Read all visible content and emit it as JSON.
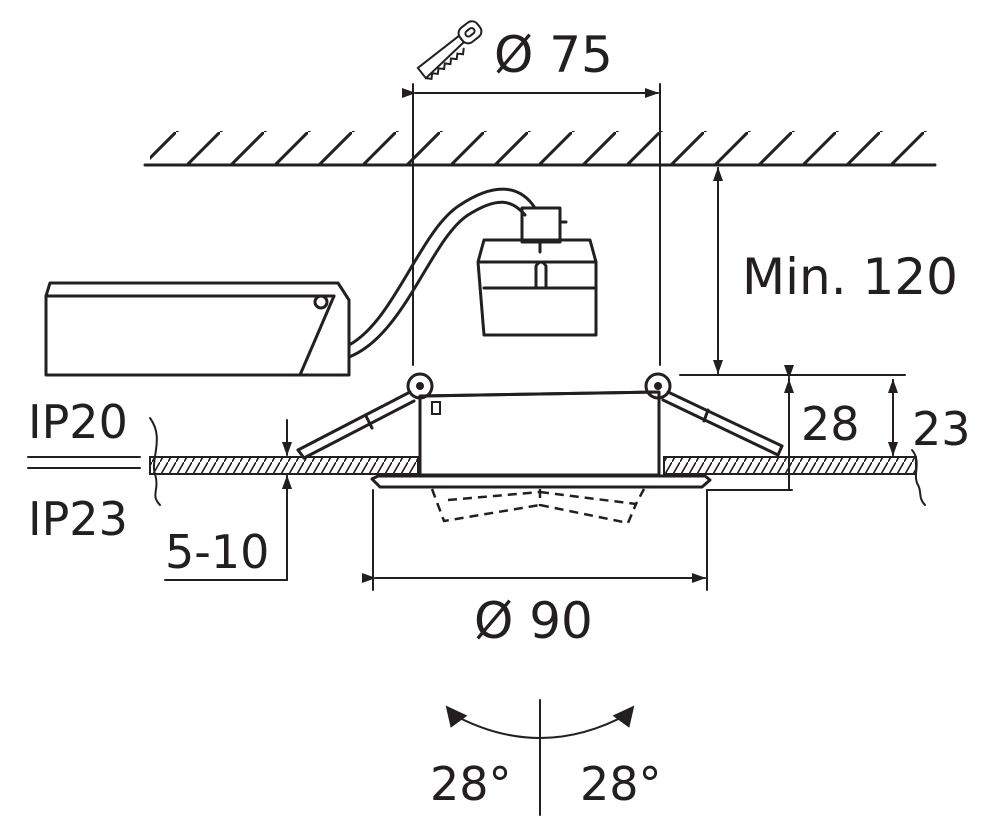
{
  "labels": {
    "cutout_diameter": "Ø 75",
    "min_depth": "Min. 120",
    "height_28": "28",
    "height_23": "23",
    "ip20": "IP20",
    "ip23": "IP23",
    "ceiling_thickness": "5-10",
    "outer_diameter": "Ø 90",
    "tilt_left": "28°",
    "tilt_right": "28°"
  },
  "icons": {
    "saw": "hand-saw-icon"
  },
  "colors": {
    "ink": "#231f20",
    "background": "#ffffff"
  }
}
